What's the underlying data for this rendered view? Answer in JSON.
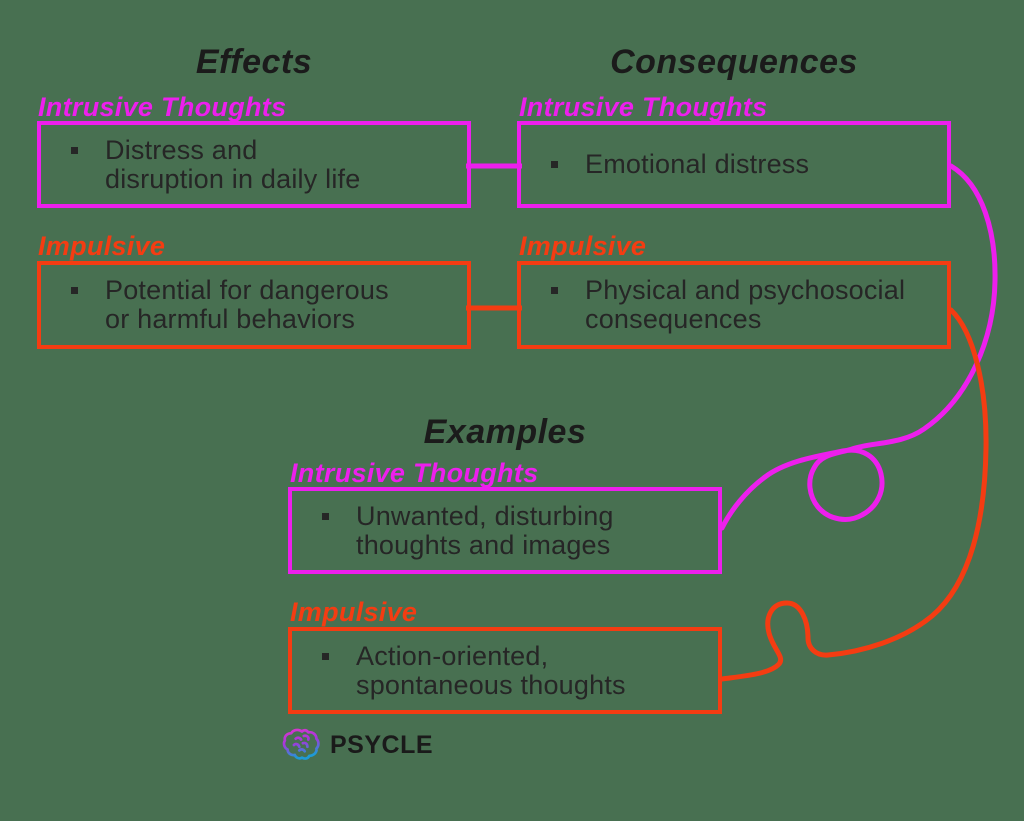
{
  "colors": {
    "background": "#487051",
    "magenta": "#ED1FED",
    "orange": "#F43C12",
    "heading_text": "#1B1B1B",
    "body_text": "#262626"
  },
  "sections": {
    "effects": {
      "title": "Effects",
      "intrusive": {
        "label": "Intrusive Thoughts",
        "text": "Distress and\ndisruption in daily life"
      },
      "impulsive": {
        "label": "Impulsive",
        "text": "Potential for dangerous\nor harmful behaviors"
      }
    },
    "consequences": {
      "title": "Consequences",
      "intrusive": {
        "label": "Intrusive Thoughts",
        "text": "Emotional distress"
      },
      "impulsive": {
        "label": "Impulsive",
        "text": "Physical and psychosocial\nconsequences"
      }
    },
    "examples": {
      "title": "Examples",
      "intrusive": {
        "label": "Intrusive Thoughts",
        "text": "Unwanted, disturbing\nthoughts and images"
      },
      "impulsive": {
        "label": "Impulsive",
        "text": "Action-oriented,\nspontaneous thoughts"
      }
    }
  },
  "logo": {
    "wordmark": "PSYCLE",
    "icon": "brain-icon"
  }
}
